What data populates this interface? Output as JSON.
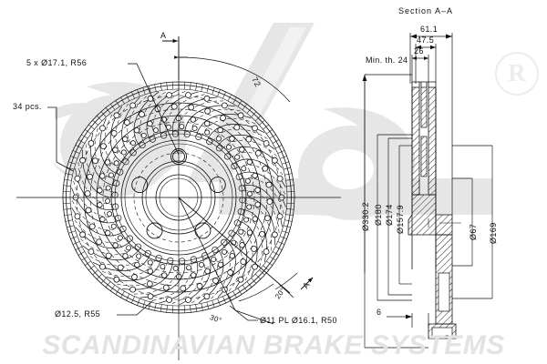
{
  "document": {
    "type": "engineering-drawing",
    "subject": "ventilated drilled brake disc",
    "brand_footer": "SCANDINAVIAN BRAKE SYSTEMS",
    "trademark_symbol": "R",
    "watermark_logo": "sbs"
  },
  "front_view": {
    "section_marker_top": "A",
    "section_marker_bottom": "A",
    "annotations": [
      {
        "key": "bolt_holes",
        "label": "5 x Ø17.1, R56"
      },
      {
        "key": "drilled_holes_count",
        "label": "34 pcs."
      },
      {
        "key": "outer_thickness",
        "label": "72"
      },
      {
        "key": "small_holes",
        "label": "Ø12.5, R55"
      },
      {
        "key": "vane_angle",
        "label": "30°"
      },
      {
        "key": "section_angle",
        "label": "20°"
      },
      {
        "key": "countersink_holes",
        "label": "Ø11 PL Ø16.1, R50"
      }
    ]
  },
  "section_view": {
    "title": "Section A–A",
    "min_thickness": "Min. th. 24",
    "horizontal_dims": [
      {
        "key": "overall_width",
        "label": "61.1"
      },
      {
        "key": "hat_offset",
        "label": "47.5"
      },
      {
        "key": "disc_thickness",
        "label": "26"
      },
      {
        "key": "hub_flange",
        "label": "6"
      }
    ],
    "vertical_dims": [
      {
        "key": "outer_diameter",
        "label": "Ø330.2"
      },
      {
        "key": "friction_outer",
        "label": "Ø180"
      },
      {
        "key": "hat_diameter",
        "label": "Ø174"
      },
      {
        "key": "inner_bore_ring",
        "label": "Ø157.9"
      },
      {
        "key": "center_bore",
        "label": "Ø67"
      },
      {
        "key": "pcd_outer",
        "label": "Ø169"
      }
    ]
  },
  "colors": {
    "line": "#111111",
    "watermark": "#e3e3e3",
    "background": "#ffffff"
  }
}
